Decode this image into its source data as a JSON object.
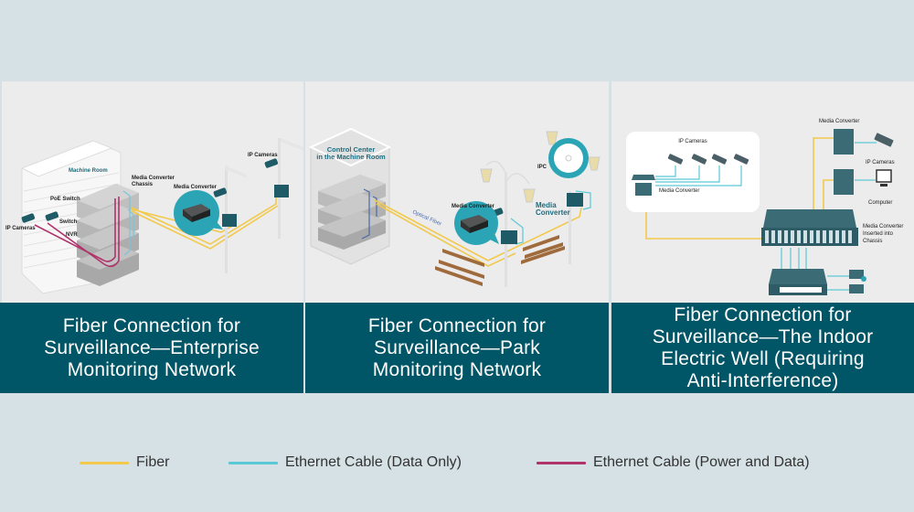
{
  "colors": {
    "background": "#d5e1e5",
    "panel": "#ececec",
    "caption_bg": "#005566",
    "fiber": "#f2c94c",
    "ethernet_data": "#5bc8d6",
    "ethernet_power": "#b0336b",
    "device_teal": "#1f5b66",
    "label_teal": "#1c6d80"
  },
  "panels": [
    {
      "id": "enterprise",
      "caption": "Fiber Connection for Surveillance—Enterprise Monitoring Network",
      "labels": {
        "machine_room": "Machine Room",
        "poe_switch": "PoE Switch",
        "switch": "Switch",
        "nvr": "NVR",
        "ip_cameras_left": "IP Cameras",
        "chassis": "Media Converter Chassis",
        "chassis_line1": "Media Converter",
        "chassis_line2": "Chassis",
        "media_converter": "Media Converter",
        "ip_cameras_right": "IP Cameras"
      }
    },
    {
      "id": "park",
      "caption": "Fiber Connection for Surveillance—Park Monitoring Network",
      "labels": {
        "control_center_line1": "Control Center",
        "control_center_line2": "in the Machine Room",
        "optical_fiber": "Optical Fiber",
        "media_converter_small": "Media Converter",
        "ipc": "IPC",
        "media_converter_big_line1": "Media",
        "media_converter_big_line2": "Converter"
      }
    },
    {
      "id": "electric-well",
      "caption": "Fiber Connection for Surveillance—The Indoor Electric Well (Requiring Anti-Interference)",
      "labels": {
        "ip_cameras_box": "IP Cameras",
        "media_converter_box": "Media Converter",
        "media_converter_top": "Media Converter",
        "ip_cameras_right": "IP Cameras",
        "computer": "Computer",
        "chassis_line1": "Media Converter",
        "chassis_line2": "Inserted into",
        "chassis_line3": "Chassis"
      }
    }
  ],
  "legend": [
    {
      "label": "Fiber",
      "color": "#f2c94c"
    },
    {
      "label": "Ethernet Cable (Data Only)",
      "color": "#5bc8d6"
    },
    {
      "label": "Ethernet Cable (Power and Data)",
      "color": "#b0336b"
    }
  ]
}
